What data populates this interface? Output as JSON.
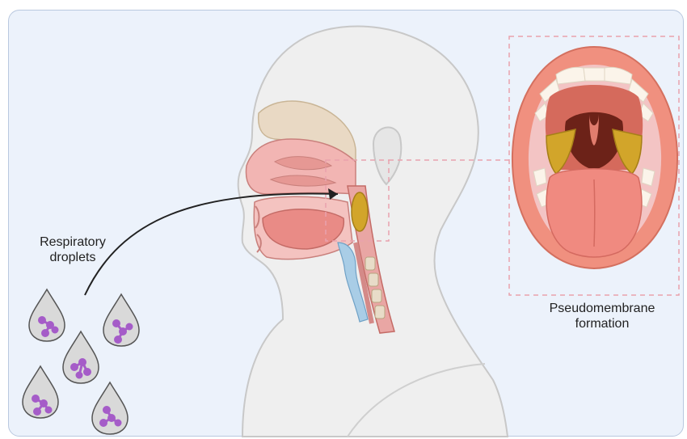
{
  "labels": {
    "droplets_line1": "Respiratory",
    "droplets_line2": "droplets",
    "pseudo_line1": "Pseudomembrane",
    "pseudo_line2": "formation"
  },
  "colors": {
    "panel_bg": "#ecf2fb",
    "head_skin": "#efefef",
    "head_outline": "#c8c8c8",
    "nasal_cavity": "#f2b5b3",
    "pseudomembrane": "#d2a52a",
    "tongue": "#f08a80",
    "lips": "#f0907f",
    "droplet_fill": "#d9d9d9",
    "bacteria": "#a55cc8",
    "zoom_box": "#e9a2ad"
  }
}
